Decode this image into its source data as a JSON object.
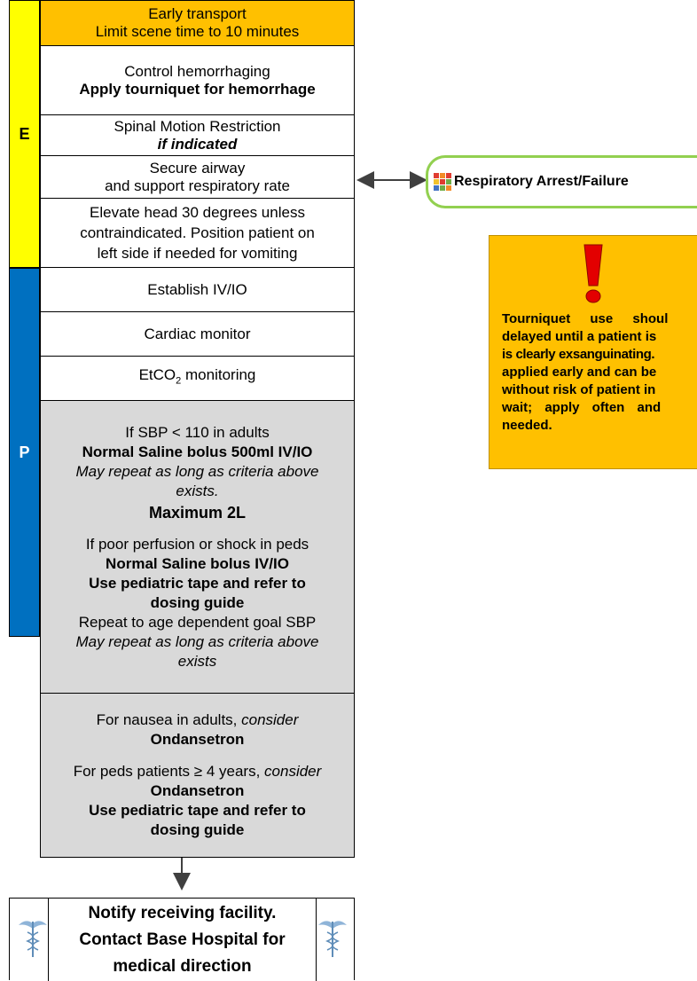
{
  "side_bars": {
    "e_letter": "E",
    "p_letter": "P",
    "e_color": "#FFFF00",
    "p_color": "#0070C0"
  },
  "steps": {
    "transport": {
      "line1": "Early transport",
      "line2": "Limit scene time to 10 minutes",
      "color": "#FFC000"
    },
    "hemorrhage": {
      "line1": "Control hemorrhaging",
      "line2": "Apply tourniquet for hemorrhage"
    },
    "spinal": {
      "line1": "Spinal Motion Restriction",
      "line2": "if indicated"
    },
    "airway": {
      "line1": "Secure airway",
      "line2": "and support respiratory rate"
    },
    "elevate": {
      "line1": "Elevate head 30 degrees unless",
      "line2": "contraindicated. Position patient on",
      "line3": "left side if needed for vomiting"
    },
    "iv": {
      "text": "Establish IV/IO"
    },
    "cardiac": {
      "text": "Cardiac monitor"
    },
    "etco2": {
      "prefix": "EtCO",
      "sub": "2",
      "suffix": " monitoring"
    },
    "fluids": {
      "adult_cond": "If SBP < 110 in adults",
      "adult_drug": "Normal Saline bolus 500ml IV/IO",
      "adult_repeat_1": "May repeat as long as criteria above",
      "adult_repeat_2": "exists.",
      "max": "Maximum 2L",
      "peds_cond": "If poor perfusion or shock in peds",
      "peds_drug": "Normal Saline bolus IV/IO",
      "peds_tape_1": "Use pediatric tape and refer to",
      "peds_tape_2": "dosing guide",
      "peds_goal": "Repeat to age dependent goal SBP",
      "peds_repeat_1": "May repeat as long as criteria above",
      "peds_repeat_2": "exists",
      "color": "#D9D9D9"
    },
    "nausea": {
      "adult_cond_a": "For nausea in adults, ",
      "adult_cond_b": "consider",
      "adult_drug": "Ondansetron",
      "peds_cond_a": "For peds patients ≥ 4 years, ",
      "peds_cond_b": "consider",
      "peds_drug": "Ondansetron",
      "peds_tape_1": "Use pediatric tape and refer to",
      "peds_tape_2": "dosing guide"
    },
    "notify": {
      "line1": "Notify receiving facility.",
      "line2": "Contact Base Hospital for",
      "line3": "medical direction"
    }
  },
  "link": {
    "label": "Respiratory Arrest/Failure",
    "border_color": "#92D050",
    "icon": "grid-protocol-icon"
  },
  "callout": {
    "icon": "exclamation-icon",
    "color": "#FFC000",
    "lines": [
      "Tourniquet use shoul",
      "delayed until a patient is",
      "is clearly exsanguinating.",
      "applied early and can be",
      "without risk of patient in",
      "wait; apply often and",
      "needed."
    ]
  }
}
